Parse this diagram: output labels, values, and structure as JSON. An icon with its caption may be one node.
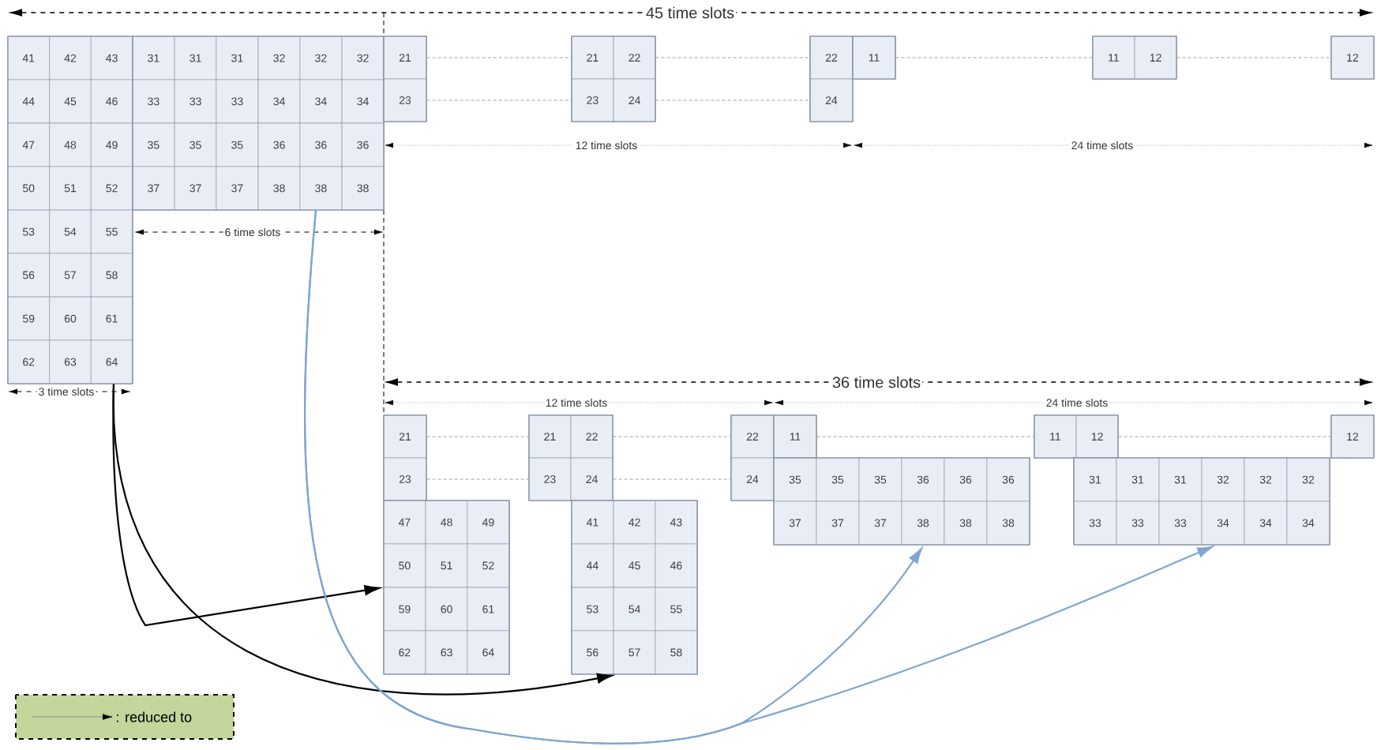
{
  "diagram": {
    "nodes": [
      {
        "text": [
          "41",
          "42",
          "43",
          "44",
          "45",
          "46",
          "47",
          "48",
          "49",
          "50",
          "51",
          "52",
          "53",
          "54",
          "55",
          "56",
          "57",
          "58",
          "59",
          "60",
          "61",
          "62",
          "63",
          "64"
        ]
      },
      {
        "text": [
          "31",
          "31",
          "31",
          "32",
          "32",
          "32",
          "33",
          "33",
          "33",
          "34",
          "34",
          "34",
          "35",
          "35",
          "35",
          "36",
          "36",
          "36",
          "37",
          "37",
          "37",
          "38",
          "38",
          "38"
        ]
      },
      {
        "text": [
          "21",
          "23"
        ]
      },
      {
        "text": [
          "21",
          "22",
          "23",
          "24"
        ]
      },
      {
        "text": [
          "22",
          "24"
        ]
      },
      {
        "text": [
          "11"
        ]
      },
      {
        "text": [
          "11",
          "12"
        ]
      },
      {
        "text": [
          "12"
        ]
      },
      {
        "text": [
          "21",
          "23"
        ]
      },
      {
        "text": [
          "47",
          "48",
          "49",
          "50",
          "51",
          "52",
          "59",
          "60",
          "61",
          "62",
          "63",
          "64"
        ]
      },
      {
        "text": [
          "21",
          "22",
          "23",
          "24"
        ]
      },
      {
        "text": [
          "41",
          "42",
          "43",
          "44",
          "45",
          "46",
          "53",
          "54",
          "55",
          "56",
          "57",
          "58"
        ]
      },
      {
        "text": [
          "22",
          "24"
        ]
      },
      {
        "text": [
          "11"
        ]
      },
      {
        "text": [
          "35",
          "35",
          "35",
          "36",
          "36",
          "36",
          "37",
          "37",
          "37",
          "38",
          "38",
          "38"
        ]
      },
      {
        "text": [
          "11",
          "12"
        ]
      },
      {
        "text": [
          "31",
          "31",
          "31",
          "32",
          "32",
          "32",
          "33",
          "33",
          "33",
          "34",
          "34",
          "34"
        ]
      },
      {
        "text": [
          "12"
        ]
      }
    ],
    "edges": [
      {
        "from": 2,
        "to": 3,
        "arrow": "none",
        "style": "dashed"
      },
      {
        "from": 2,
        "to": 3,
        "arrow": "none",
        "style": "dashed"
      },
      {
        "from": 3,
        "to": 4,
        "arrow": "none",
        "style": "dashed"
      },
      {
        "from": 3,
        "to": 4,
        "arrow": "none",
        "style": "dashed"
      },
      {
        "from": 5,
        "to": 6,
        "arrow": "none",
        "style": "dashed"
      },
      {
        "from": 6,
        "to": 7,
        "arrow": "none",
        "style": "dashed"
      },
      {
        "from": 8,
        "to": 10,
        "arrow": "none",
        "style": "dashed"
      },
      {
        "from": 8,
        "to": 10,
        "arrow": "none",
        "style": "dashed"
      },
      {
        "from": 10,
        "to": 12,
        "arrow": "none",
        "style": "dashed"
      },
      {
        "from": 10,
        "to": 12,
        "arrow": "none",
        "style": "dashed"
      },
      {
        "from": 13,
        "to": 15,
        "arrow": "none",
        "style": "dashed"
      },
      {
        "from": 15,
        "to": 17,
        "arrow": "none",
        "style": "dashed"
      },
      {
        "from": 0,
        "to": 9,
        "arrow": "to",
        "color": "#000000"
      },
      {
        "from": 0,
        "to": 11,
        "arrow": "to",
        "color": "#000000"
      },
      {
        "from": 1,
        "to": 14,
        "arrow": "to",
        "color": "#7ea6d0"
      },
      {
        "from": 1,
        "to": 16,
        "arrow": "to",
        "color": "#7ea6d0"
      }
    ],
    "labels": [
      "45 time slots",
      "12 time slots",
      "24 time slots",
      "6 time slots",
      "3 time slots",
      "36 time slots",
      "12 time slots",
      "24 time slots"
    ],
    "legend": [
      {
        "text": ": reduced to"
      }
    ]
  }
}
